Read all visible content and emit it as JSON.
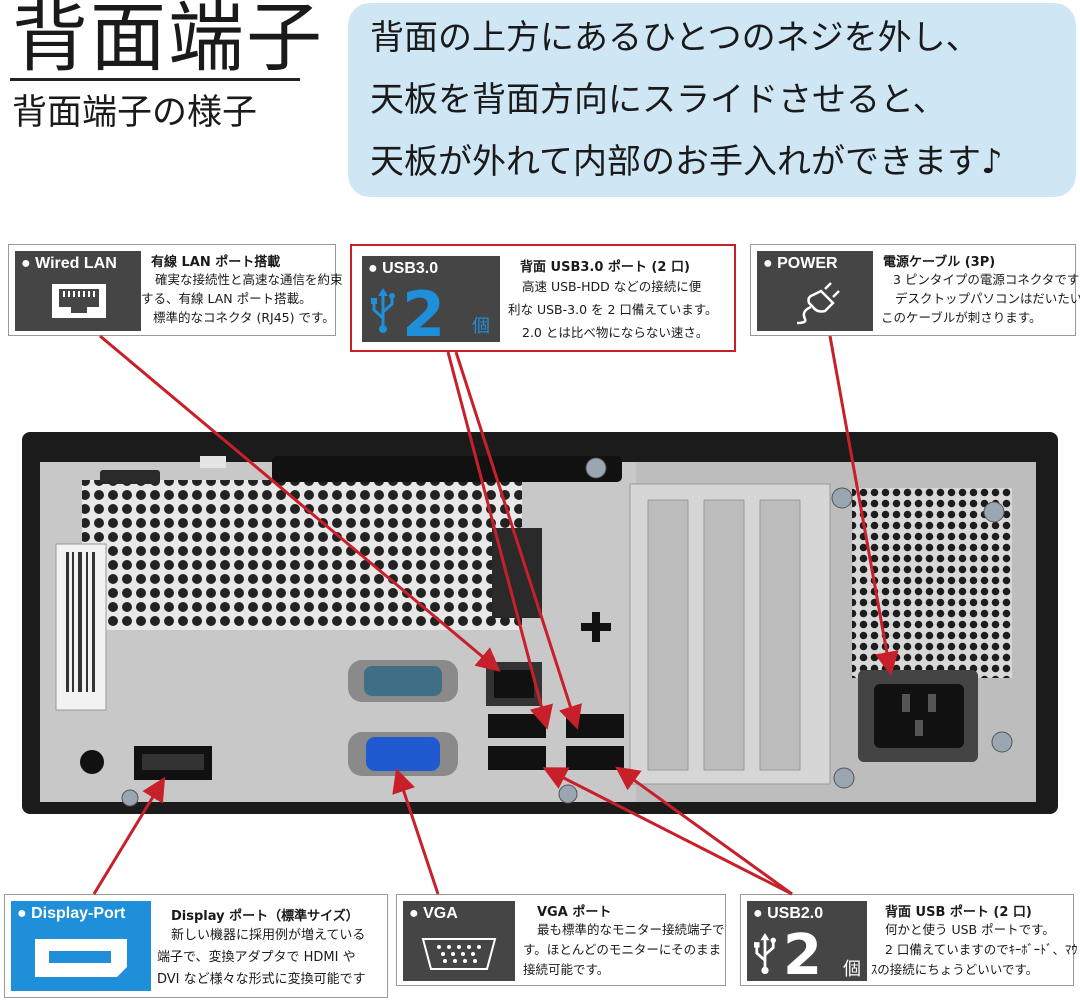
{
  "header": {
    "title": "背面端子",
    "subtitle": "背面端子の様子"
  },
  "intro": {
    "lines": [
      "背面の上方にあるひとつのネジを外し、",
      "天板を背面方向にスライドさせると、",
      "天板が外れて内部のお手入れができます♪"
    ]
  },
  "cards": {
    "wired_lan": {
      "badge": "● Wired LAN",
      "title": "有線 LAN ポート搭載",
      "lines": [
        "確実な接続性と高速な通信を約束",
        "する、有線 LAN ポート搭載。",
        "標準的なコネクタ (RJ45) です。"
      ],
      "icon": "ethernet-port-icon"
    },
    "usb3": {
      "badge": "● USB3.0",
      "count": "2",
      "unit": "個",
      "title": "背面 USB3.0 ポート (2 口)",
      "lines": [
        "高速 USB-HDD などの接続に便",
        "利な USB-3.0 を 2 口備えています。",
        "2.0 とは比べ物にならない速さ。"
      ],
      "icon": "usb-icon",
      "accent": "#1e8fd8",
      "border": "#c8202a"
    },
    "power": {
      "badge": "● POWER",
      "title": "電源ケーブル (3P)",
      "lines": [
        "3 ピンタイプの電源コネクタです",
        "デスクトップパソコンはだいたい",
        "このケーブルが刺さります。"
      ],
      "icon": "power-plug-icon"
    },
    "display_port": {
      "badge": "● Display-Port",
      "title": "Display ポート（標準サイズ）",
      "lines": [
        "新しい機器に採用例が増えている",
        "端子で、変換アダプタで HDMI や",
        "DVI など様々な形式に変換可能です"
      ],
      "icon": "displayport-icon",
      "accent": "#1e8fd8"
    },
    "vga": {
      "badge": "● VGA",
      "title": "VGA ポート",
      "lines": [
        "最も標準的なモニター接続端子で",
        "す。ほとんどのモニターにそのまま",
        "接続可能です。"
      ],
      "icon": "vga-port-icon"
    },
    "usb2": {
      "badge": "● USB2.0",
      "count": "2",
      "unit": "個",
      "title": "背面 USB ポート (2 口)",
      "lines": [
        "何かと使う USB ポートです。",
        "2 口備えていますのでｷｰﾎﾞｰﾄﾞ、ﾏｳ",
        "ｽの接続にちょうどいいです。"
      ],
      "icon": "usb-icon"
    }
  },
  "colors": {
    "arrow": "#c8202a",
    "intro_bg": "#cfe7f5",
    "badge_dark": "#454545",
    "badge_blue": "#1e8fd8"
  }
}
